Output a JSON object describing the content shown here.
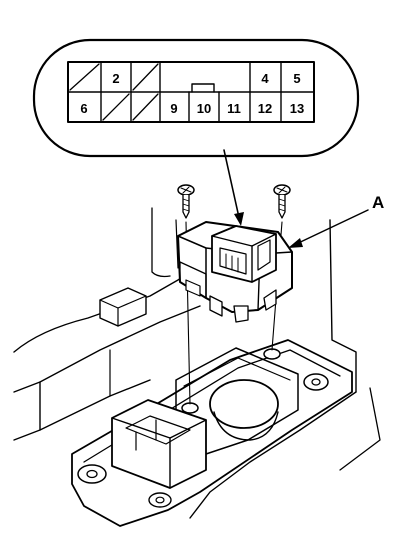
{
  "connector": {
    "pins_top": [
      "",
      "2",
      "",
      "",
      "",
      "",
      "4",
      "5"
    ],
    "pins_bottom": [
      "6",
      "",
      "",
      "9",
      "10",
      "11",
      "12",
      "13"
    ]
  },
  "callout": {
    "label": "A"
  },
  "colors": {
    "ink": "#000000",
    "paper": "#ffffff"
  }
}
